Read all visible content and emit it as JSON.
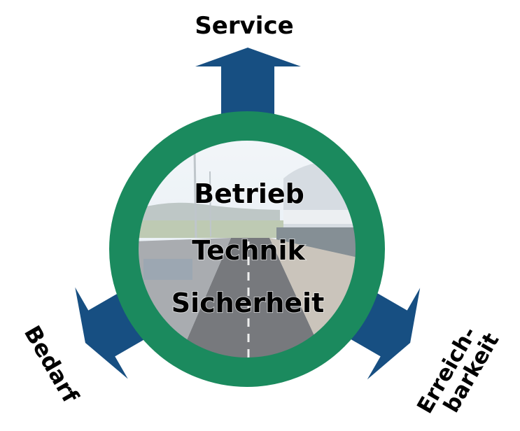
{
  "colors": {
    "arrow": "#174f82",
    "ring": "#1b8a5e",
    "text": "#000000"
  },
  "labels": {
    "top": "Service",
    "left": "Bedarf",
    "right_line1": "Erreich-",
    "right_line2": "barkeit"
  },
  "center": {
    "line1": "Betrieb",
    "line2": "Technik",
    "line3": "Sicherheit"
  },
  "background_image": "photo of a recycling yard with containers and a road"
}
